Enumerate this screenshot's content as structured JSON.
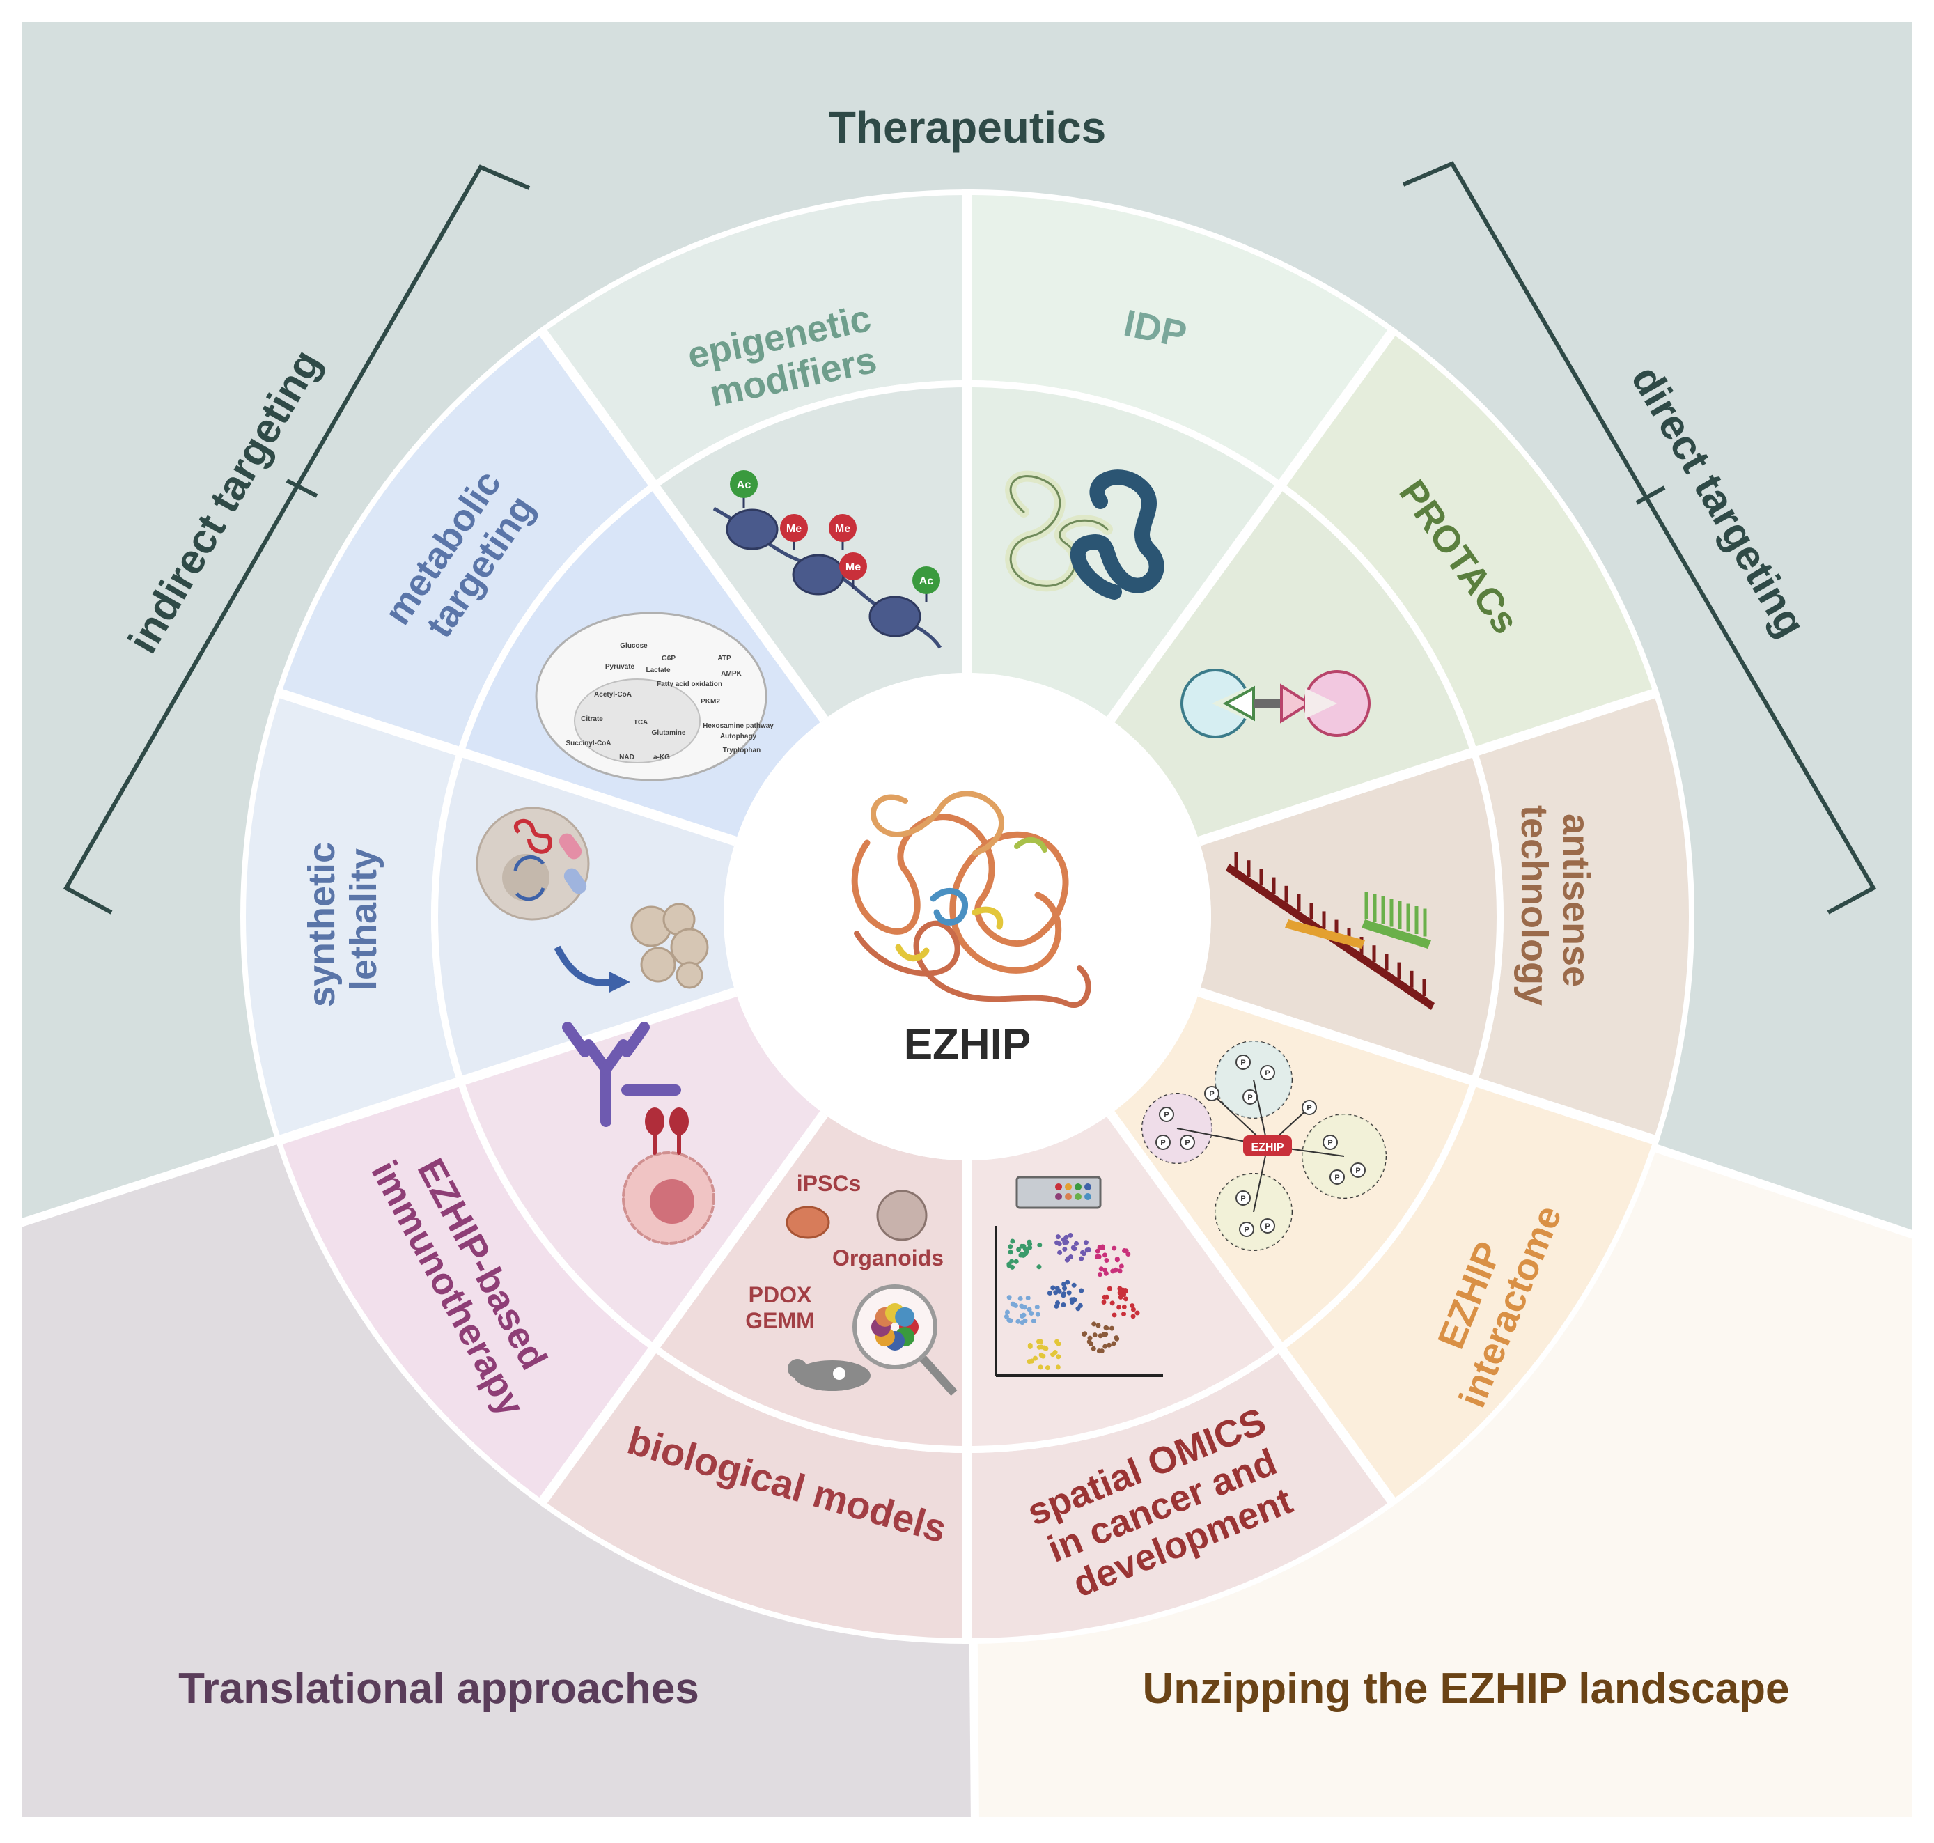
{
  "center": {
    "label": "EZHIP"
  },
  "quadrants": {
    "therapeutics": "Therapeutics",
    "translational": "Translational approaches",
    "landscape": "Unzipping the EZHIP landscape"
  },
  "brackets": {
    "indirect": "indirect targeting",
    "direct": "direct targeting"
  },
  "segments": {
    "epigenetic": [
      "epigenetic",
      "modifiers"
    ],
    "idp": [
      "IDP"
    ],
    "protacs": [
      "PROTACs"
    ],
    "antisense": [
      "antisense",
      "technology"
    ],
    "interactome": [
      "EZHIP",
      "interactome"
    ],
    "spatial": [
      "spatial OMICS",
      "in cancer and",
      "development"
    ],
    "biomodels": [
      "biological models"
    ],
    "immuno": [
      "EZHIP-based",
      "immunotherapy"
    ],
    "synthetic": [
      "synthetic",
      "lethality"
    ],
    "metabolic": [
      "metabolic",
      "targeting"
    ]
  },
  "icon_labels": {
    "ac": "Ac",
    "me": "Me",
    "p": "P",
    "interactome_hub": "EZHIP",
    "ipscs": "iPSCs",
    "organoids": "Organoids",
    "pdox": "PDOX",
    "gemm": "GEMM",
    "metabolic_map": [
      "Glucose",
      "G6P",
      "ATP",
      "Pyruvate",
      "Lactate",
      "AMPK",
      "Fatty acid oxidation",
      "Acetyl-CoA",
      "Citrate",
      "PKM2",
      "TCA",
      "Glutamine",
      "Succinyl-CoA",
      "Hexosamine pathway",
      "Autophagy",
      "Tryptophan",
      "NAD",
      "a-KG"
    ]
  },
  "colors": {
    "therapeutics_bg": "#d5dfde",
    "translational_bg": "#e0dce0",
    "landscape_bg": "#fcf8f2",
    "title_therapeutics": "#2f4a47",
    "title_translational": "#5a3d5a",
    "title_landscape": "#6a4316",
    "bracket": "#2f4a47"
  }
}
